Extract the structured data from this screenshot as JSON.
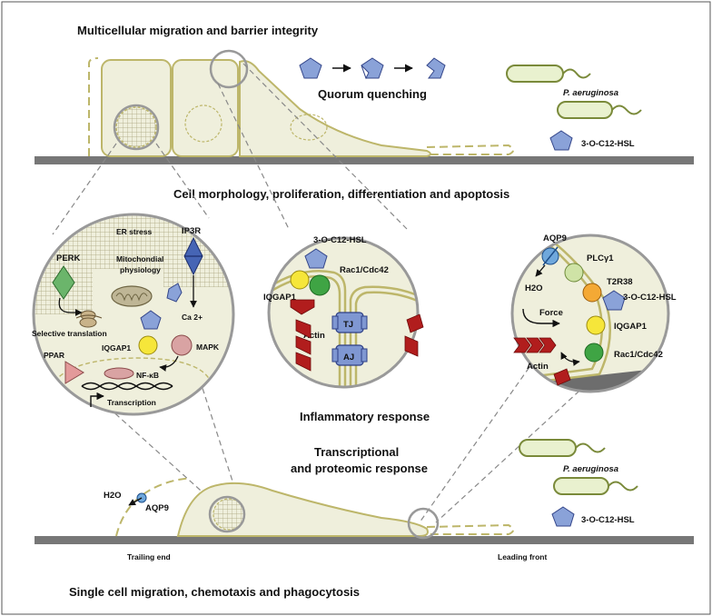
{
  "titles": {
    "top": "Multicellular migration and barrier integrity",
    "middle": "Cell morphology,  proliferation, differentiation and apoptosis",
    "bottom": "Single cell migration, chemotaxis and phagocytosis",
    "quorum": "Quorum quenching",
    "inflammatory": "Inflammatory response",
    "transcriptional_1": "Transcriptional",
    "transcriptional_2": "and proteomic response"
  },
  "legend": {
    "bacteria": "P. aeruginosa",
    "molecule": "3-O-C12-HSL"
  },
  "left_circle": {
    "er_stress": "ER stress",
    "perk": "PERK",
    "ip3r": "IP3R",
    "mito_1": "Mitochondial",
    "mito_2": "physiology",
    "ca": "Ca 2+",
    "selective_translation": "Selective translation",
    "iqgap1": "IQGAP1",
    "mapk": "MAPK",
    "ppar": "PPAR",
    "nfkb": "NF-κB",
    "transcription": "Transcription"
  },
  "middle_circle": {
    "hsl": "3-O-C12-HSL",
    "rac1": "Rac1/Cdc42",
    "iqgap1": "IQGAP1",
    "tj": "TJ",
    "aj": "AJ",
    "actin": "Actin"
  },
  "right_circle": {
    "aqp9": "AQP9",
    "plc": "PLCγ1",
    "t2r38": "T2R38",
    "hsl": "3-O-C12-HSL",
    "h2o": "H2O",
    "force": "Force",
    "iqgap1": "IQGAP1",
    "rac1": "Rac1/Cdc42",
    "actin": "Actin"
  },
  "bottom_cell": {
    "h2o": "H2O",
    "aqp9": "AQP9",
    "trailing": "Trailing end",
    "leading": "Leading front"
  },
  "colors": {
    "cell_fill": "#efefdc",
    "membrane": "#bdb66a",
    "molecule": "#8aa2d8",
    "actin": "#b11d1d",
    "ground": "#777777",
    "receptor": "#6bb56b"
  }
}
